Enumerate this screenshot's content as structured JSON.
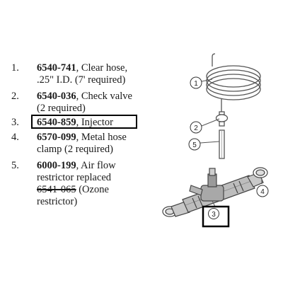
{
  "parts": [
    {
      "num": "1.",
      "pn": "6540-741",
      "desc": ", Clear hose,",
      "cont": ".25\" I.D. (7' required)"
    },
    {
      "num": "2.",
      "pn": "6540-036",
      "desc": ", Check valve",
      "cont": "(2 required)"
    },
    {
      "num": "3.",
      "pn": "6540-859",
      "desc": ", Injector",
      "cont": ""
    },
    {
      "num": "4.",
      "pn": "6570-099",
      "desc": ", Metal hose",
      "cont": "clamp (2 required)"
    },
    {
      "num": "5.",
      "pn": "6000-199",
      "desc": ", Air flow",
      "cont": "restrictor replaced",
      "old_pn": "6541-065",
      "old_desc": " (Ozone",
      "old_cont": "restrictor)"
    }
  ],
  "callouts": [
    "1",
    "2",
    "5",
    "4",
    "3"
  ]
}
